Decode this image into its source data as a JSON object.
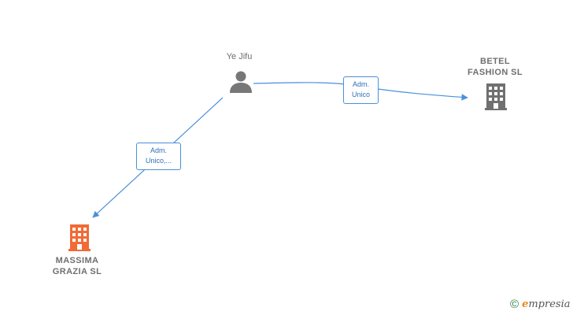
{
  "nodes": {
    "person": {
      "label": "Ye Jifu",
      "icon": "person-icon"
    },
    "betel": {
      "label": "BETEL\nFASHION  SL",
      "icon": "building-icon"
    },
    "massima": {
      "label": "MASSIMA\nGRAZIA  SL",
      "icon": "building-icon"
    }
  },
  "edges": {
    "to_betel": {
      "label": "Adm.\nUnico"
    },
    "to_massima": {
      "label": "Adm.\nUnico,..."
    }
  },
  "colors": {
    "edge": "#4a90d9",
    "person_icon": "#777777",
    "building_gray": "#707070",
    "building_orange": "#f26a35"
  },
  "brand": {
    "copyright": "©",
    "name_first": "e",
    "name_rest": "mpresia"
  }
}
